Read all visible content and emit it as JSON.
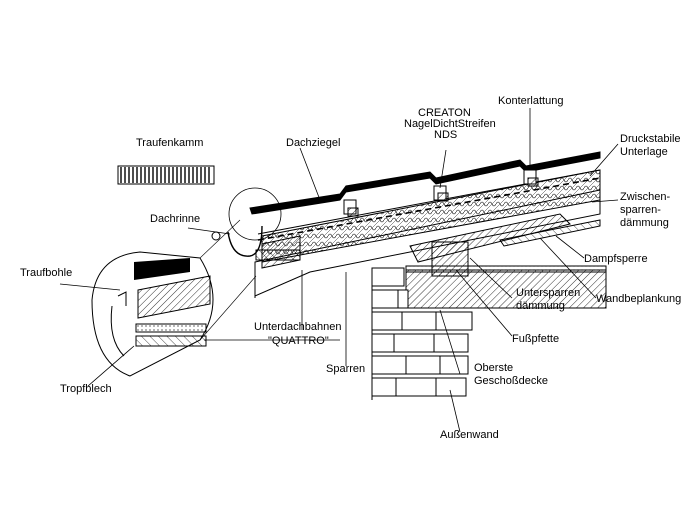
{
  "labels": {
    "traufenkamm": "Traufenkamm",
    "dachziegel": "Dachziegel",
    "creaton_1": "CREATON",
    "creaton_2": "NagelDichtStreifen",
    "creaton_3": "NDS",
    "konterlattung": "Konterlattung",
    "druckstabile_1": "Druckstabile",
    "druckstabile_2": "Unterlage",
    "zwischen_1": "Zwischen-",
    "zwischen_2": "sparren-",
    "zwischen_3": "dämmung",
    "dachrinne": "Dachrinne",
    "dampfsperre": "Dampfsperre",
    "traufbohle": "Traufbohle",
    "wandbeplankung": "Wandbeplankung",
    "untersparren_1": "Untersparren",
    "untersparren_2": "dämmung",
    "unterdach_1": "Unterdachbahnen",
    "unterdach_2": "\"QUATTRO\"",
    "fusspfette": "Fußpfette",
    "sparren": "Sparren",
    "oberste_1": "Oberste",
    "oberste_2": "Geschoßdecke",
    "tropfblech": "Tropfblech",
    "aussenwand": "Außenwand"
  }
}
